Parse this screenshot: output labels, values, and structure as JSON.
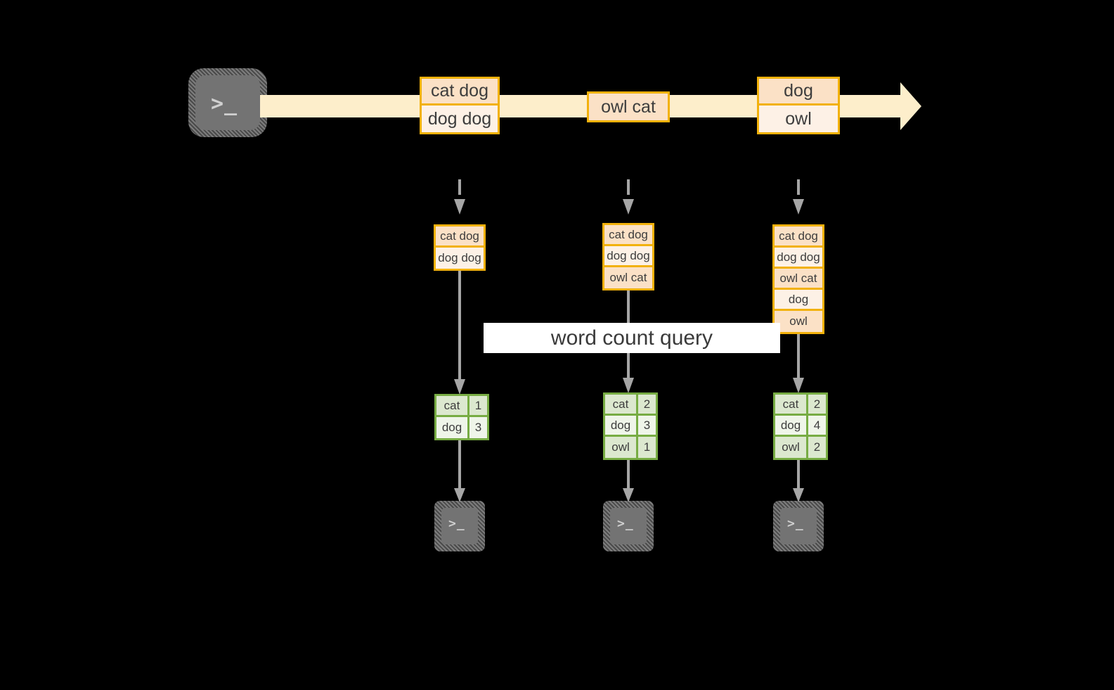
{
  "diagram": {
    "title": "word count query",
    "colors": {
      "background": "#000000",
      "stream_fill": "#fdeecb",
      "record_border": "#f2b10b",
      "record_fill_dark": "#fbe1c6",
      "record_fill_light": "#fdf1e6",
      "result_border": "#77ac43",
      "result_fill_dark": "#dce8cf",
      "result_fill_light": "#eff5e9",
      "connector": "#a6a6a6",
      "terminal_face": "#737373",
      "label_background": "#ffffff",
      "text": "#3d3d3d"
    }
  },
  "source_terminal": {
    "icon": "terminal-prompt-icon",
    "glyph": ">_"
  },
  "stream": {
    "icon": "stream-arrow-icon",
    "records": [
      {
        "id": "record-1",
        "lines": [
          {
            "text": "cat dog",
            "shade": "dark"
          },
          {
            "text": "dog dog",
            "shade": "light"
          }
        ]
      },
      {
        "id": "record-2",
        "lines": [
          {
            "text": "owl cat",
            "shade": "dark"
          }
        ]
      },
      {
        "id": "record-3",
        "lines": [
          {
            "text": "dog",
            "shade": "dark"
          },
          {
            "text": "owl",
            "shade": "light"
          }
        ]
      }
    ]
  },
  "snapshots": [
    {
      "id": "snapshot-1",
      "input_lines": [
        {
          "text": "cat dog",
          "shade": "dark"
        },
        {
          "text": "dog dog",
          "shade": "light"
        }
      ],
      "result_rows": [
        {
          "word": "cat",
          "count": "1",
          "shade": "dark"
        },
        {
          "word": "dog",
          "count": "3",
          "shade": "light"
        }
      ],
      "sink": {
        "icon": "terminal-prompt-icon",
        "glyph": ">_"
      }
    },
    {
      "id": "snapshot-2",
      "input_lines": [
        {
          "text": "cat dog",
          "shade": "dark"
        },
        {
          "text": "dog dog",
          "shade": "light"
        },
        {
          "text": "owl cat",
          "shade": "dark"
        }
      ],
      "result_rows": [
        {
          "word": "cat",
          "count": "2",
          "shade": "dark"
        },
        {
          "word": "dog",
          "count": "3",
          "shade": "light"
        },
        {
          "word": "owl",
          "count": "1",
          "shade": "dark"
        }
      ],
      "sink": {
        "icon": "terminal-prompt-icon",
        "glyph": ">_"
      }
    },
    {
      "id": "snapshot-3",
      "input_lines": [
        {
          "text": "cat dog",
          "shade": "dark"
        },
        {
          "text": "dog dog",
          "shade": "light"
        },
        {
          "text": "owl cat",
          "shade": "dark"
        },
        {
          "text": "dog",
          "shade": "light"
        },
        {
          "text": "owl",
          "shade": "dark"
        }
      ],
      "result_rows": [
        {
          "word": "cat",
          "count": "2",
          "shade": "dark"
        },
        {
          "word": "dog",
          "count": "4",
          "shade": "light"
        },
        {
          "word": "owl",
          "count": "2",
          "shade": "dark"
        }
      ],
      "sink": {
        "icon": "terminal-prompt-icon",
        "glyph": ">_"
      }
    }
  ]
}
